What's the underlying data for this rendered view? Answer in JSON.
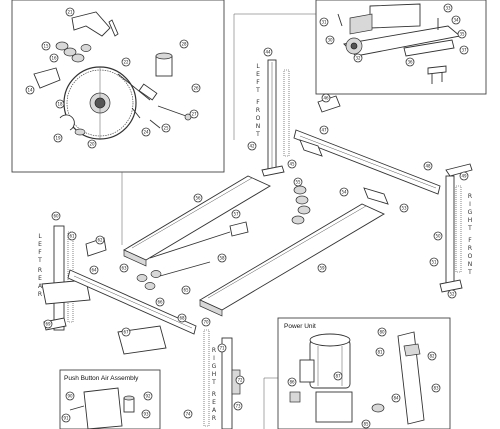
{
  "labels": {
    "left_front": "LEFT FRONT",
    "right_front": "RIGHT FRONT",
    "left_rear": "LEFT REAR",
    "right_rear": "RIGHT REAR"
  },
  "boxes": {
    "power_unit": "Power Unit",
    "push_button": "Push Button Air Assembly"
  },
  "colors": {
    "line": "#333333",
    "shade": "#d8d8d8",
    "background": "#ffffff"
  }
}
